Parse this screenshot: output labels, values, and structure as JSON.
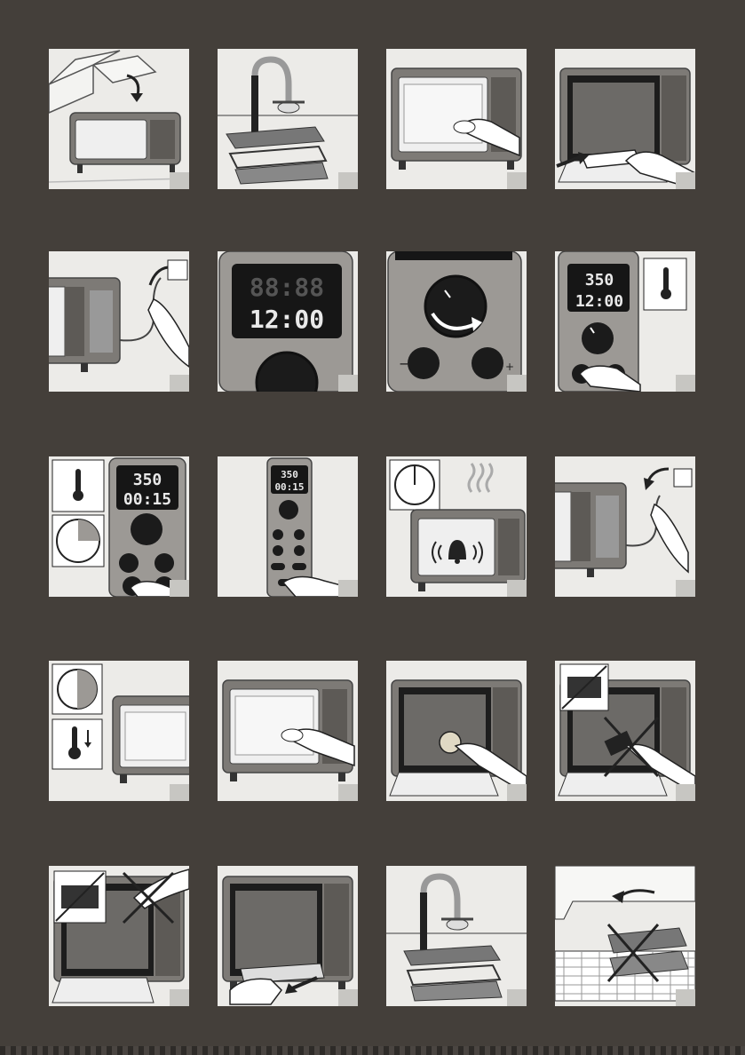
{
  "display": {
    "clock_top": "88:88",
    "clock_bottom": "12:00",
    "temp_value": "350",
    "time_value": "12:00",
    "cook_time": "00:15",
    "minus": "−",
    "plus": "+"
  },
  "colors": {
    "background": "#443f3a",
    "panel": "#ecebe8",
    "badge": "#c7c6c2",
    "appliance": "#7d7a76",
    "screen": "#161616"
  },
  "panels": [
    {
      "icon": "oven-unboxing-icon"
    },
    {
      "icon": "faucet-wash-accessories-icon"
    },
    {
      "icon": "wipe-oven-exterior-icon"
    },
    {
      "icon": "insert-tray-icon"
    },
    {
      "icon": "plug-in-icon"
    },
    {
      "icon": "display-lcd-icon"
    },
    {
      "icon": "control-knob-icon"
    },
    {
      "icon": "press-temperature-button-icon"
    },
    {
      "icon": "set-temperature-timer-icon"
    },
    {
      "icon": "press-start-button-icon"
    },
    {
      "icon": "bell-ring-done-icon"
    },
    {
      "icon": "unplug-icon"
    },
    {
      "icon": "cool-down-icon"
    },
    {
      "icon": "wipe-door-icon"
    },
    {
      "icon": "clean-interior-sponge-icon"
    },
    {
      "icon": "no-abrasive-brush-icon"
    },
    {
      "icon": "no-scouring-pad-icon"
    },
    {
      "icon": "remove-crumb-tray-icon"
    },
    {
      "icon": "faucet-rinse-accessories-icon"
    },
    {
      "icon": "no-dishwasher-icon"
    }
  ]
}
